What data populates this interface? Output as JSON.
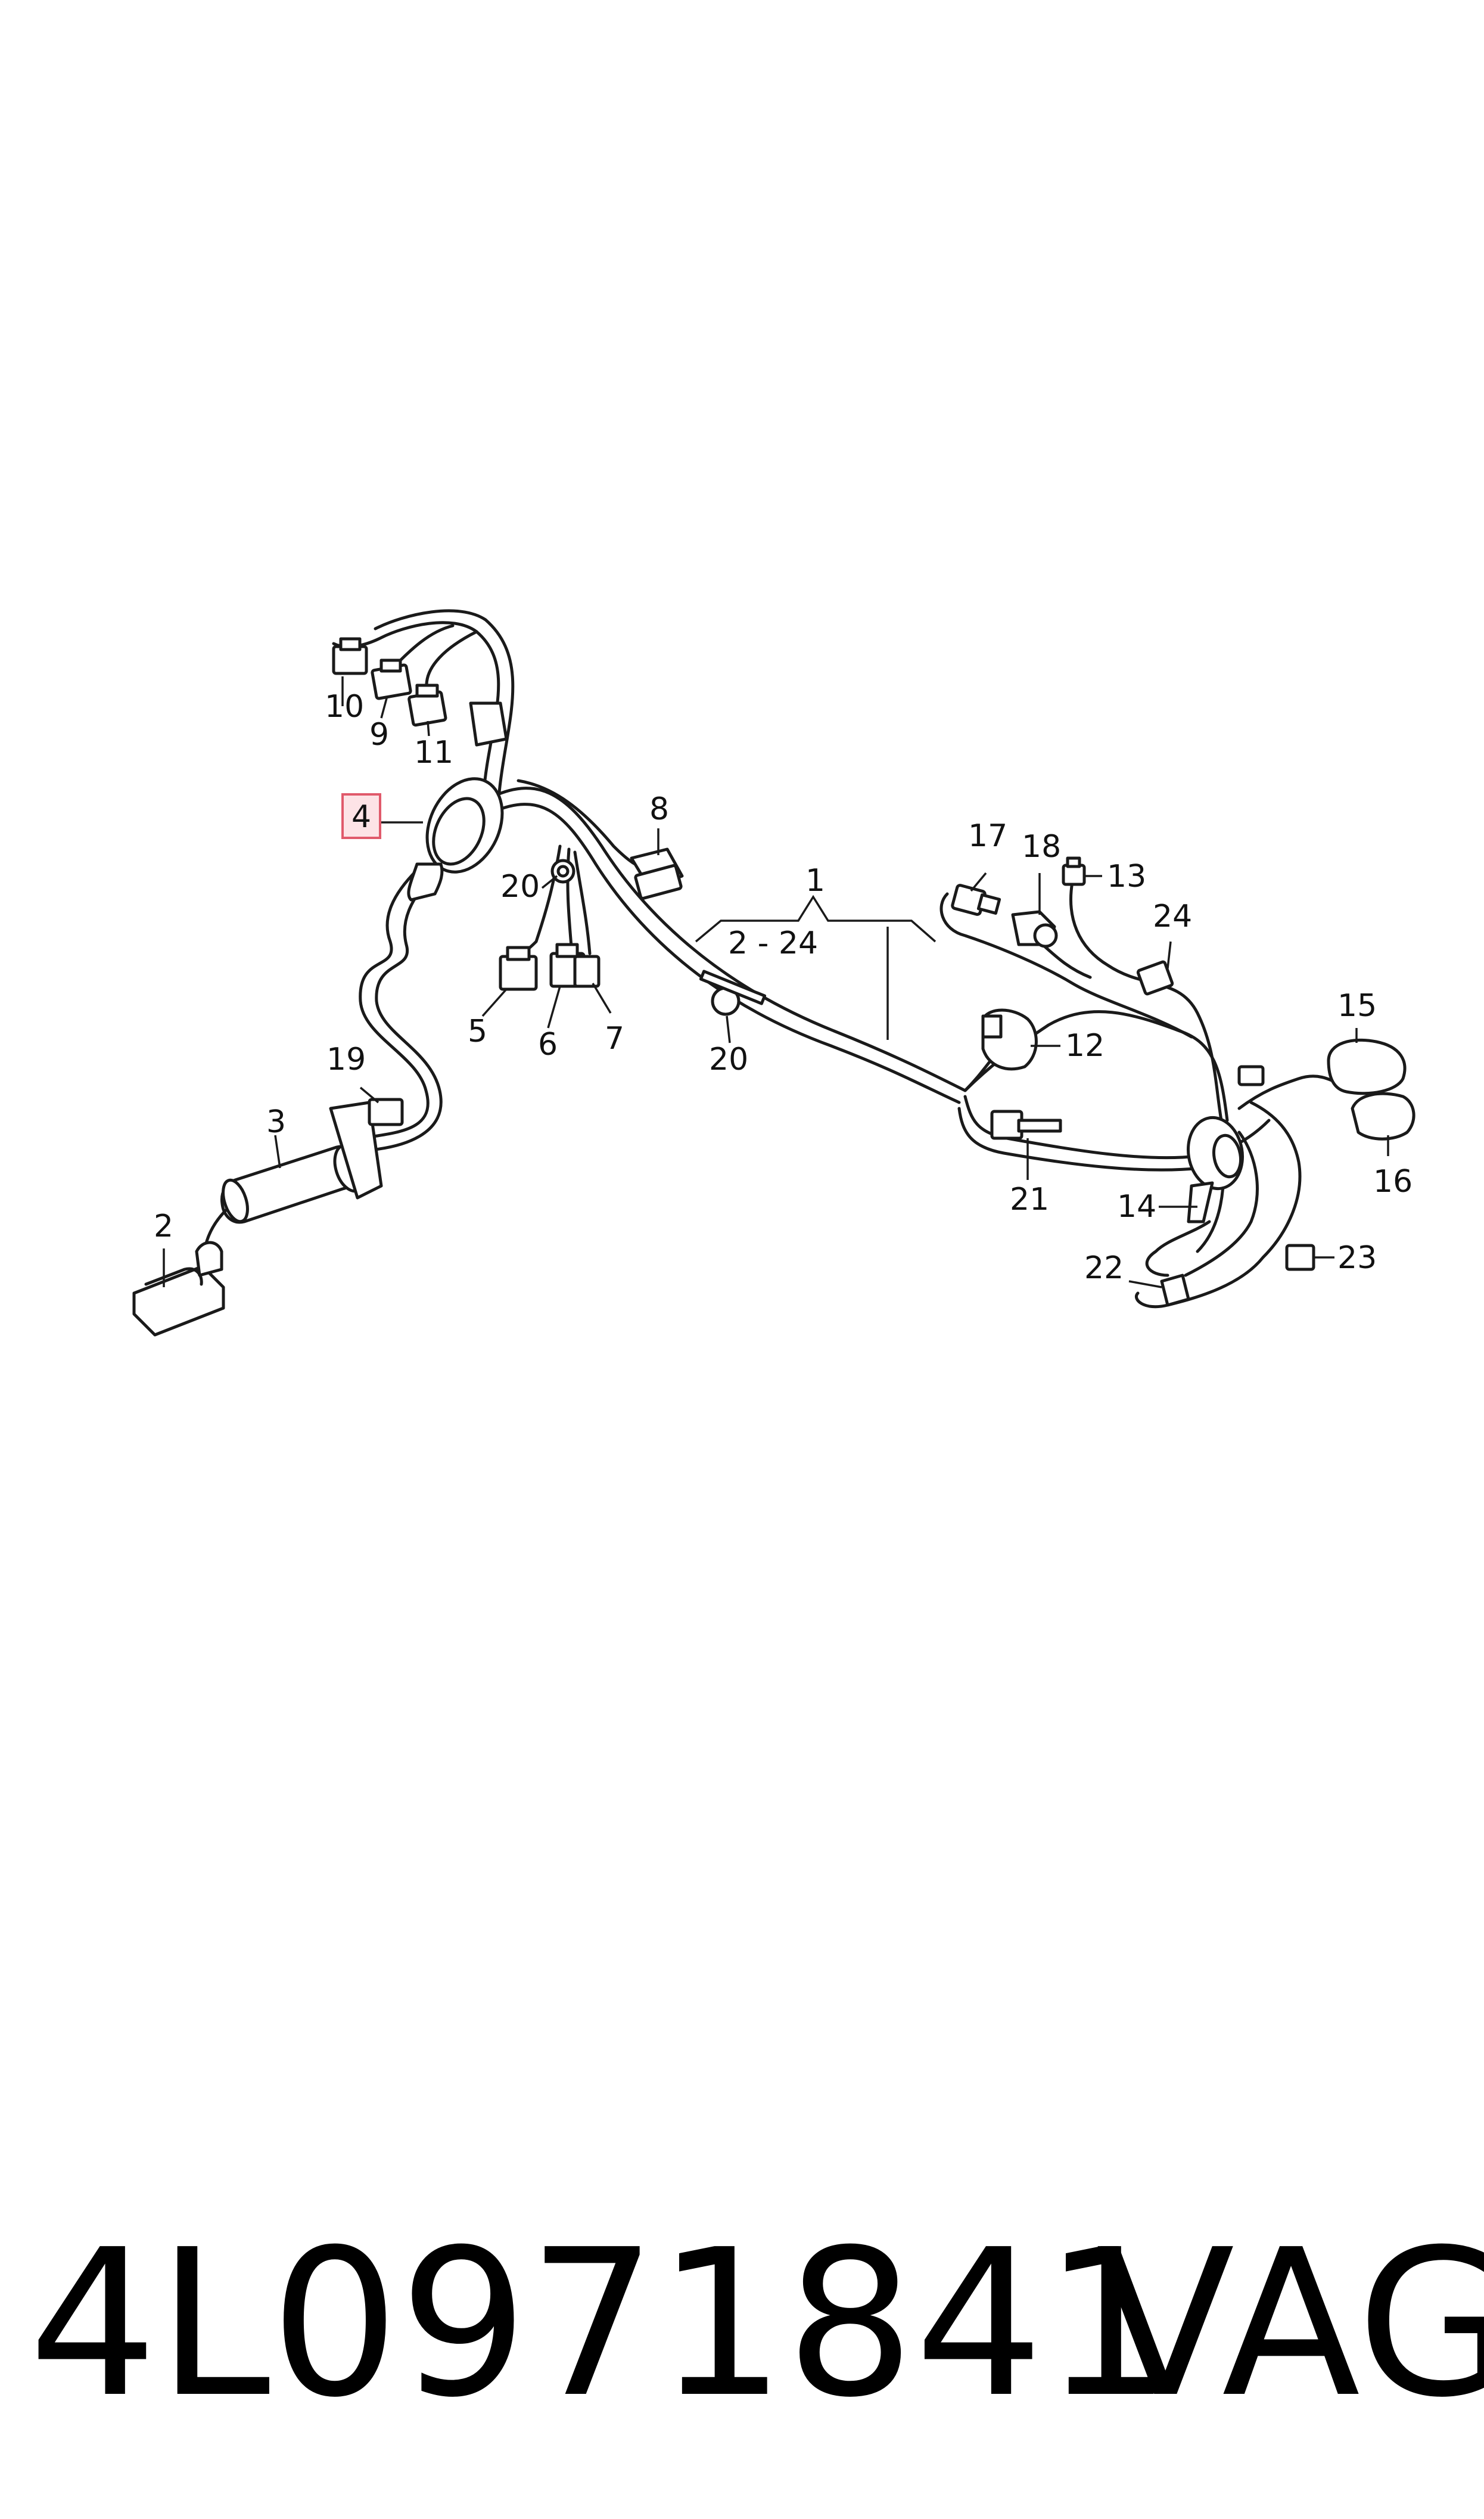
{
  "diagram": {
    "callouts": {
      "c1": "1",
      "c2": "2",
      "c3": "3",
      "c4": "4",
      "c5": "5",
      "c6": "6",
      "c7": "7",
      "c8": "8",
      "c9": "9",
      "c10": "10",
      "c11": "11",
      "c12": "12",
      "c13": "13",
      "c14": "14",
      "c15": "15",
      "c16": "16",
      "c17": "17",
      "c18": "18",
      "c19": "19",
      "c20a": "20",
      "c20b": "20",
      "c21": "21",
      "c22": "22",
      "c23": "23",
      "c24": "24",
      "range": "2 - 24"
    },
    "highlight_color": "#e05a6b"
  },
  "footer": {
    "part_number": "4L0971841",
    "brand": "VAG"
  }
}
